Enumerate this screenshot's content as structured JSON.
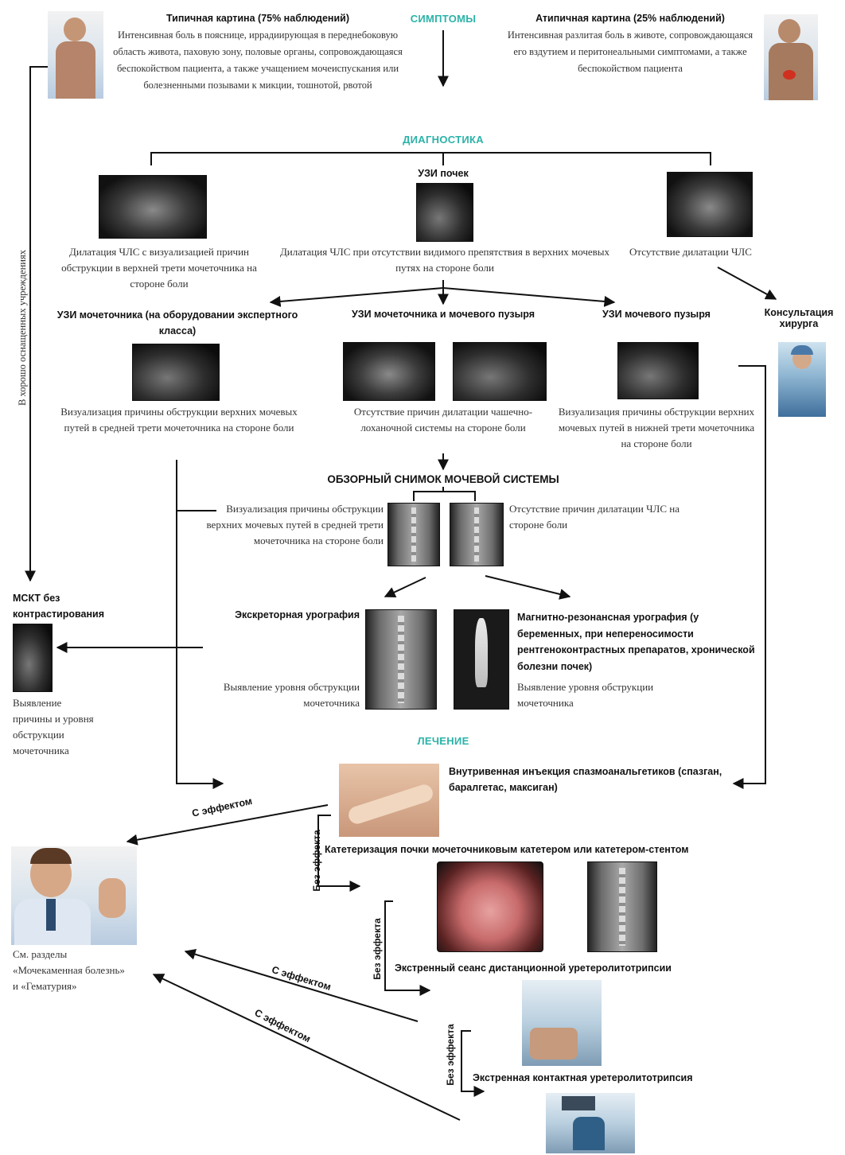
{
  "sections": {
    "symptoms": "СИМПТОМЫ",
    "diagnostics": "ДИАГНОСТИКА",
    "treatment": "ЛЕЧЕНИЕ"
  },
  "typical": {
    "title": "Типичная картина (75% наблюдений)",
    "text": "Интенсивная боль в пояснице, иррадиирующая в переднебоковую область живота, паховую зону, половые органы, сопровождающаяся беспокойством пациента, а также учащением мочеиспускания или болезненными позывами к микции, тошнотой, рвотой"
  },
  "atypical": {
    "title": "Атипичная картина (25% наблюдений)",
    "text": "Интенсивная разлитая боль в животе, сопровождающаяся его вздутием и перитонеальными симптомами, а также беспокойством пациента"
  },
  "uzi_kidneys": "УЗИ почек",
  "kidney_results": {
    "left": "Дилатация ЧЛС с визуализацией причин обструкции в верхней трети мочеточника на стороне боли",
    "center": "Дилатация ЧЛС при отсутствии видимого препятствия в верхних мочевых путях на стороне боли",
    "right": "Отсутствие дилатации ЧЛС"
  },
  "surgeon_consult": "Консультация хирурга",
  "uzi_ureter": {
    "title": "УЗИ мочеточника (на оборудовании экспертного класса)",
    "text": "Визуализация причины обструкции верхних мочевых путей в средней трети мочеточника на стороне боли"
  },
  "uzi_ureter_bladder": {
    "title": "УЗИ мочеточника и мочевого пузыря",
    "text": "Отсутствие причин дилатации чашечно-лоханочной системы на стороне боли"
  },
  "uzi_bladder": {
    "title": "УЗИ мочевого пузыря",
    "text": "Визуализация причины обструкции верхних мочевых путей в нижней трети мочеточника на стороне боли"
  },
  "survey": {
    "title": "ОБЗОРНЫЙ СНИМОК МОЧЕВОЙ СИСТЕМЫ",
    "left": "Визуализация причины обструкции верхних мочевых путей в средней трети мочеточника на стороне боли",
    "right": "Отсутствие причин дилатации ЧЛС на стороне боли"
  },
  "vertical_label": "В хорошо оснащенных учреждениях",
  "msct": {
    "title": "МСКТ без контрастирования",
    "text": "Выявление причины и уровня обструкции мочеточника"
  },
  "excretory": {
    "title": "Экскреторная урография",
    "text": "Выявление уровня обструкции мочеточника"
  },
  "mr": {
    "title": "Магнитно-резонансная урография (у беременных, при непереносимости рентгеноконтрастных препаратов, хронической болезни почек)",
    "text": "Выявление уровня обструкции мочеточника"
  },
  "injection": "Внутривенная инъекция спазмоанальгетиков (спазган, баралгетас, максиган)",
  "catheter": "Катетеризация почки мочеточниковым катетером или катетером-стентом",
  "eswl": "Экстренный сеанс дистанционной уретеролитотрипсии",
  "contact": "Экстренная контактная уретеролитотрипсия",
  "with_effect": "С эффектом",
  "without_effect": "Без эффекта",
  "see_sections": "См. разделы «Мочекаменная болезнь» и «Гематурия»"
}
